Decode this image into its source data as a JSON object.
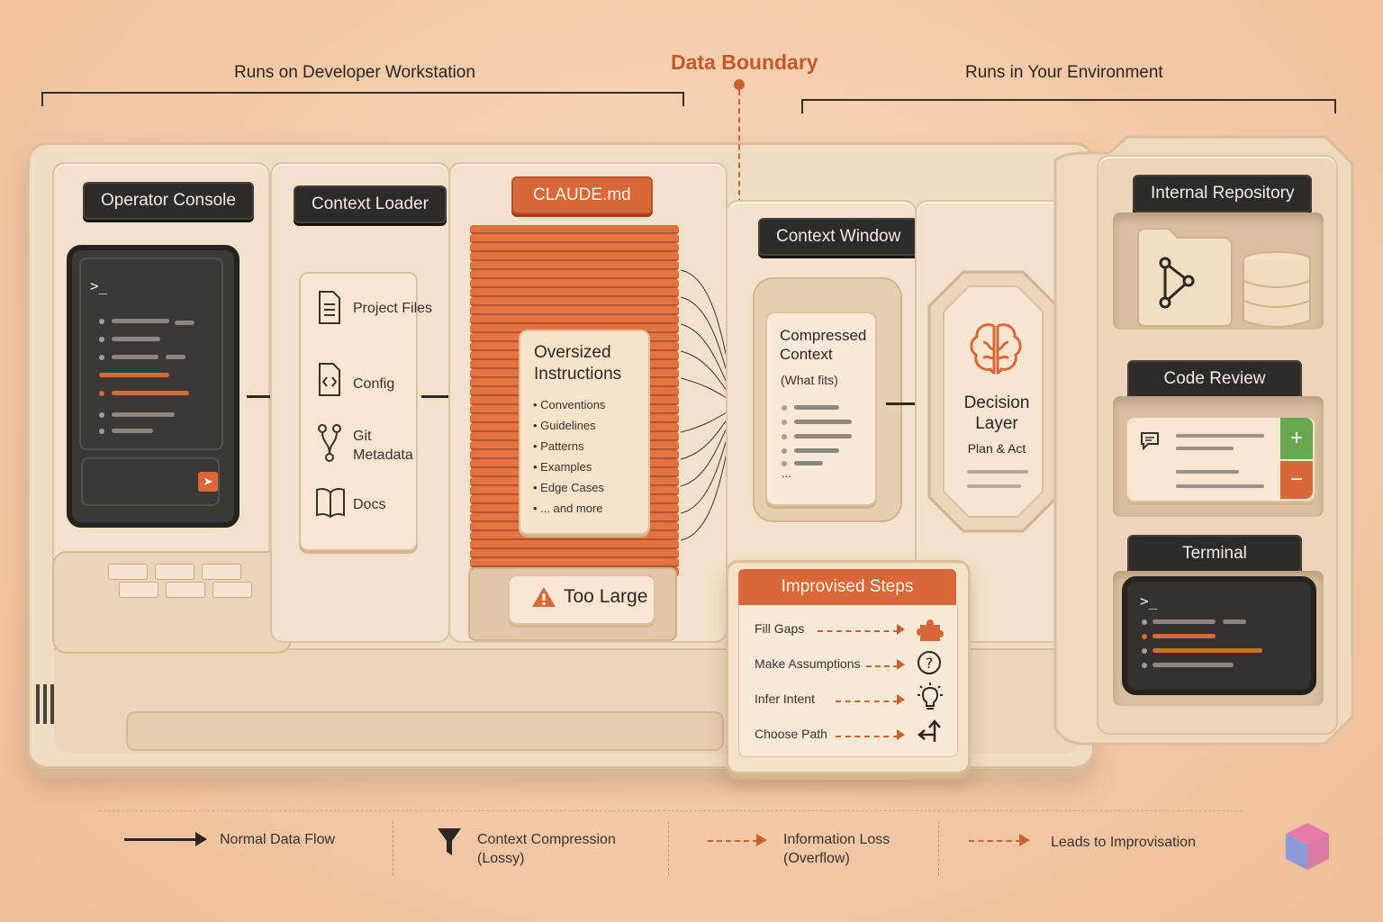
{
  "zones": {
    "left": "Runs on Developer Workstation",
    "boundary": "Data Boundary",
    "right": "Runs in Your Environment"
  },
  "operator_console": {
    "title": "Operator Console",
    "prompt": ">_"
  },
  "context_loader": {
    "title": "Context Loader",
    "items": [
      "Project Files",
      "Config",
      "Git Metadata",
      "Docs"
    ]
  },
  "claude_md": {
    "title": "CLAUDE.md",
    "card_title": "Oversized Instructions",
    "bullets": [
      "• Conventions",
      "• Guidelines",
      "• Patterns",
      "• Examples",
      "• Edge Cases",
      "• ... and more"
    ],
    "warning": "Too Large"
  },
  "context_window": {
    "title": "Context Window",
    "card_title": "Compressed Context",
    "card_sub": "(What fits)",
    "ellipsis": "..."
  },
  "decision_layer": {
    "title": "Decision Layer",
    "sub": "Plan & Act"
  },
  "improvised_steps": {
    "title": "Improvised Steps",
    "steps": [
      "Fill Gaps",
      "Make Assumptions",
      "Infer Intent",
      "Choose Path"
    ]
  },
  "internal_repository": {
    "title": "Internal Repository"
  },
  "code_review": {
    "title": "Code Review",
    "plus": "+",
    "minus": "−"
  },
  "terminal": {
    "title": "Terminal",
    "prompt": ">_"
  },
  "legend": {
    "normal": "Normal Data Flow",
    "compression": "Context Compression (Lossy)",
    "loss": "Information Loss (Overflow)",
    "improv": "Leads to Improvisation"
  },
  "colors": {
    "accent": "#d8683a",
    "dark_tag": "#2e2a28",
    "background": "#f3c9a6"
  }
}
